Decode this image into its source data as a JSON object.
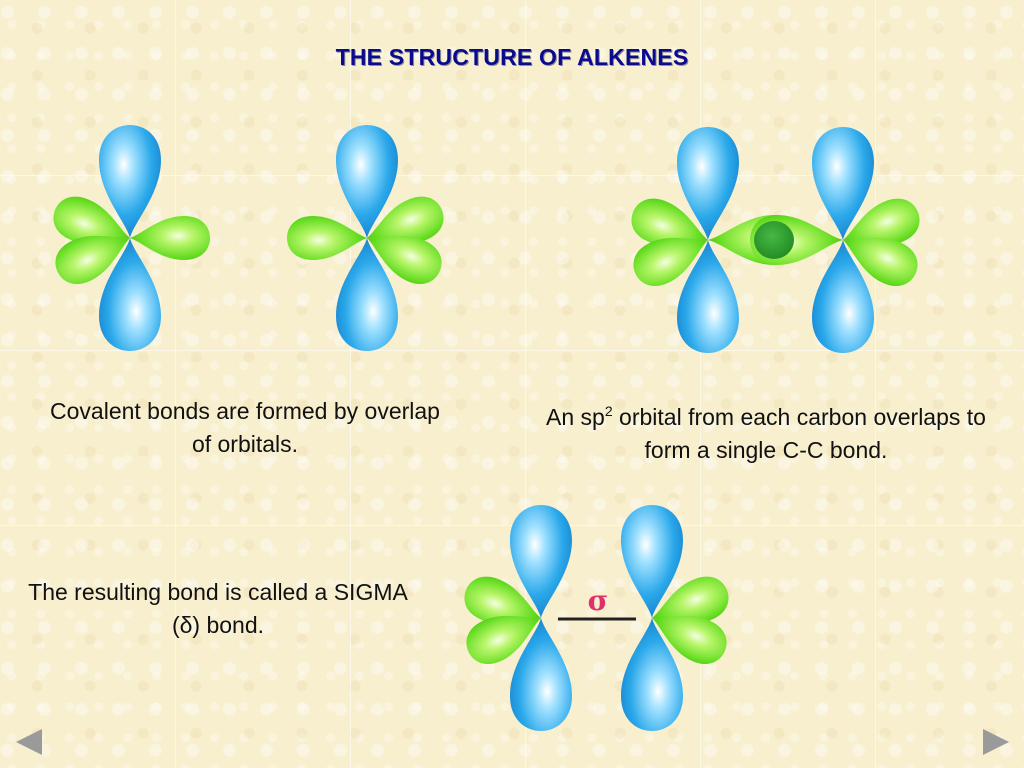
{
  "slide": {
    "title": "THE STRUCTURE OF ALKENES",
    "caption_overlap": "Covalent bonds are formed by overlap of orbitals.",
    "caption_sp2_prefix": "An sp",
    "caption_sp2_superscript": "2",
    "caption_sp2_suffix": " orbital from each carbon overlaps to form a single C-C bond.",
    "caption_sigma": "The resulting bond is called a SIGMA (δ) bond.",
    "sigma_symbol": "σ"
  },
  "navigation": {
    "prev_icon": "triangle-left-icon",
    "next_icon": "triangle-right-icon"
  },
  "colors": {
    "title": "#0a0a90",
    "p_orbital": "#1a9ee0",
    "sp2_orbital": "#66dd22",
    "overlap": "#2a9a2a",
    "sigma_symbol": "#e0306a",
    "nav_arrow": "#9a9a9a"
  }
}
